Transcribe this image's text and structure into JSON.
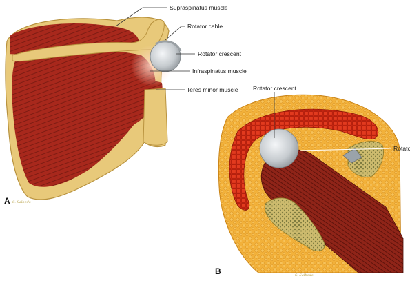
{
  "figure": {
    "panel_a": {
      "letter": "A",
      "artist_signature": "S. Salbedo",
      "labels": {
        "supraspinatus": "Supraspinatus muscle",
        "rotator_cable": "Rotator cable",
        "rotator_crescent": "Rotator crescent",
        "infraspinatus": "Infraspinatus muscle",
        "teres_minor": "Teres minor muscle"
      }
    },
    "panel_b": {
      "letter": "B",
      "artist_signature": "S. Salbedo",
      "labels": {
        "rotator_crescent": "Rotator crescent",
        "rotator": "Rotator"
      }
    }
  },
  "colors": {
    "muscle": "#a8281c",
    "muscle_dark": "#7a1a12",
    "bone": "#e8c97a",
    "bone_edge": "#b8923e",
    "fat": "#f2b13a",
    "cartilage": "#cfd3d6"
  }
}
